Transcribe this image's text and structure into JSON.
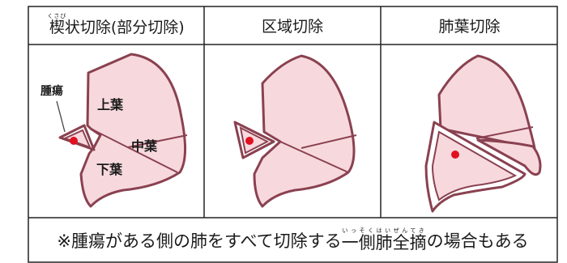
{
  "table": {
    "headers": [
      {
        "base": "楔",
        "ruby": "くさび",
        "rest": "状切除(部分切除)"
      },
      {
        "text": "区域切除"
      },
      {
        "text": "肺葉切除"
      }
    ],
    "footer": {
      "before": "※腫瘍がある側の肺をすべて切除する",
      "ruby_base": "一側肺全摘",
      "ruby_text": "いっそくはいぜんてき",
      "after": "の場合もある"
    }
  },
  "diagram": {
    "labels": {
      "tumor": "腫瘍",
      "upper_lobe": "上葉",
      "middle_lobe": "中葉",
      "lower_lobe": "下葉"
    },
    "colors": {
      "lung_fill": "#f7d9dd",
      "outline": "#8a4150",
      "tumor": "#e01020"
    }
  }
}
